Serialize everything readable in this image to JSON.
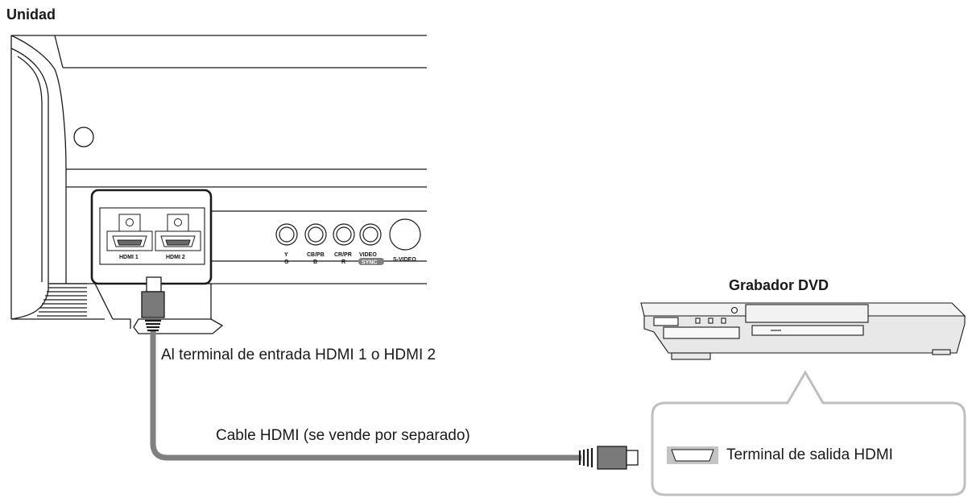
{
  "unit_label": "Unidad",
  "dvd_label": "Grabador DVD",
  "input_terminal_label": "Al terminal de entrada HDMI 1 o HDMI 2",
  "cable_label": "Cable HDMI (se vende por separado)",
  "output_terminal_label": "Terminal de salida HDMI",
  "ports": {
    "hdmi1": "HDMI 1",
    "hdmi2": "HDMI 2",
    "y_top": "Y",
    "y_bottom": "G",
    "cb_top": "CB/PB",
    "cb_bottom": "B",
    "cr_top": "CR/PR",
    "cr_bottom": "R",
    "video_top": "VIDEO",
    "video_bottom": "SYNC",
    "svideo": "S-VIDEO"
  },
  "dvd_display": "– –",
  "colors": {
    "line": "#1a1a1a",
    "cable": "#808080",
    "device_fill": "#e8e8e8",
    "panel_fill": "#f2f2f2",
    "callout_border": "#bfbfbf",
    "port_fill": "#c4c4c4"
  }
}
